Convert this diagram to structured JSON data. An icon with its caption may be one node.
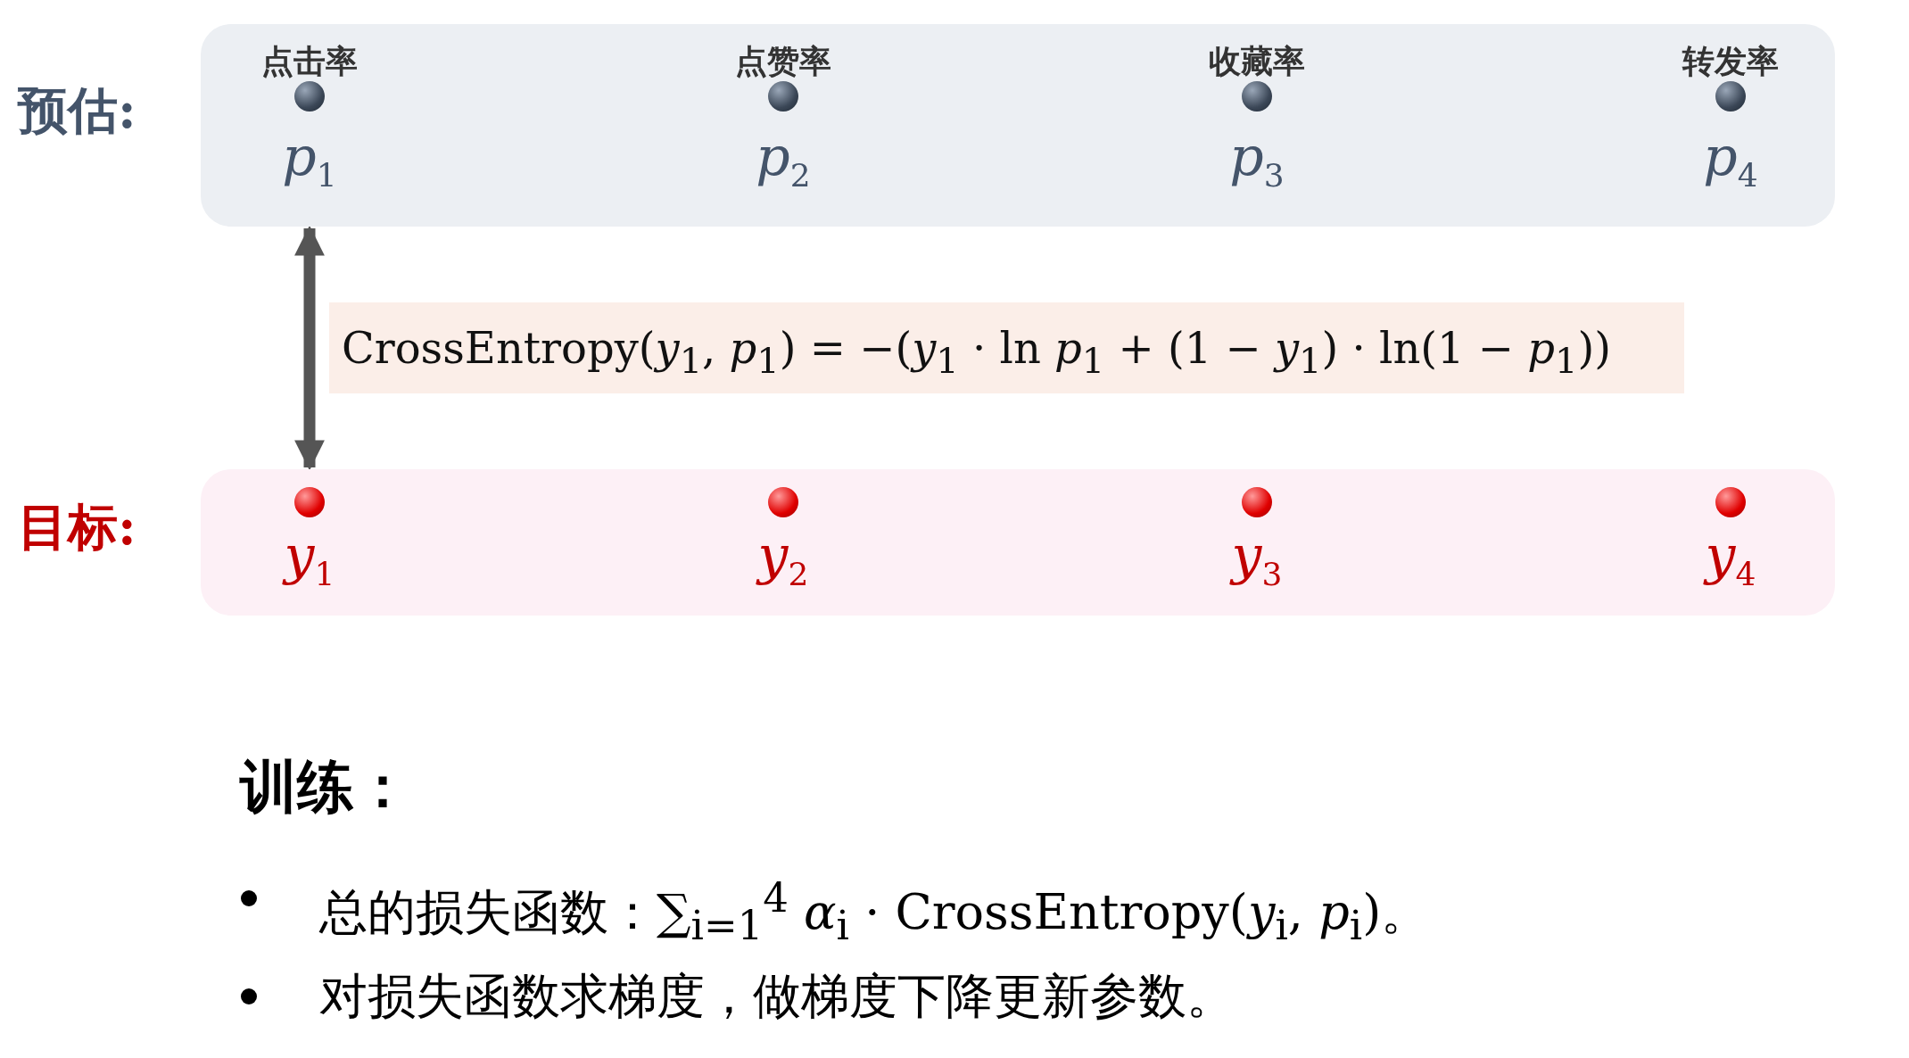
{
  "diagram": {
    "nodes": [
      {
        "text": [
          "预估:"
        ]
      },
      {
        "text": [
          "点击率",
          "*p*$_{1}$"
        ],
        "in": 0
      },
      {
        "text": [
          "点赞率",
          "*p*$_{2}$"
        ],
        "in": 0
      },
      {
        "text": [
          "收藏率",
          "*p*$_{3}$"
        ],
        "in": 0
      },
      {
        "text": [
          "转发率",
          "*p*$_{4}$"
        ],
        "in": 0
      },
      {
        "text": [
          "目标:"
        ]
      },
      {
        "text": [
          "*y*$_{1}$"
        ],
        "in": 5
      },
      {
        "text": [
          "*y*$_{2}$"
        ],
        "in": 5
      },
      {
        "text": [
          "*y*$_{3}$"
        ],
        "in": 5
      },
      {
        "text": [
          "*y*$_{4}$"
        ],
        "in": 5
      },
      {
        "text": [
          "CrossEntropy(*y*$_{1}$, *p*$_{1}$) = −(*y*$_{1}$ · ln *p*$_{1}$ + (1 − *y*$_{1}$) · ln(1 − *p*$_{1}$))"
        ]
      }
    ],
    "edges": [
      {
        "from": 0,
        "to": 5,
        "arrow": "both"
      }
    ],
    "labels": [
      "训练：",
      "总的损失函数：∑$_{i=1}$$^{4}$ *α*$_{i}$ · CrossEntropy(*y*$_{i}$, *p*$_{i}$)。",
      "对损失函数求梯度，做梯度下降更新参数。"
    ]
  }
}
